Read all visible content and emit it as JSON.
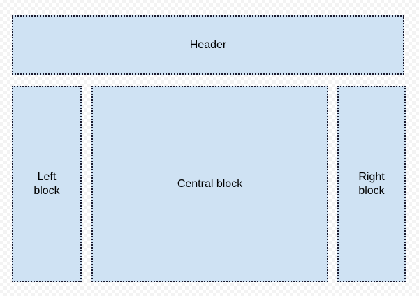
{
  "diagram": {
    "header": {
      "label": "Header"
    },
    "left": {
      "label": "Left\nblock"
    },
    "central": {
      "label": "Central block"
    },
    "right": {
      "label": "Right\nblock"
    }
  },
  "colors": {
    "block_fill": "#cfe2f3",
    "block_border": "#1a1a2e",
    "text": "#000000"
  }
}
